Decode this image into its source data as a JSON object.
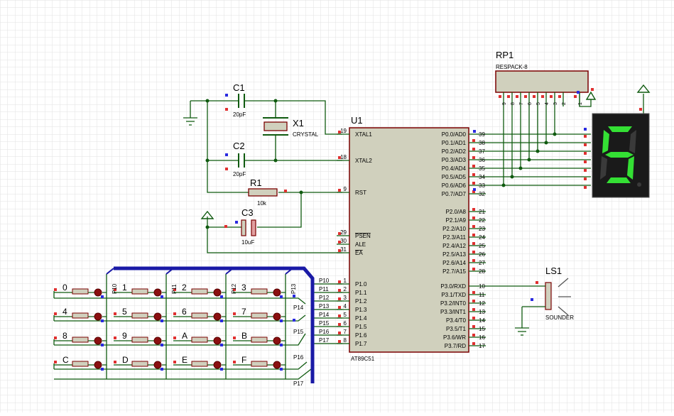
{
  "colors": {
    "grid": "#e2e2e2",
    "wire": "#0f5a0f",
    "chip_fill": "#d0d0bd",
    "chip_border": "#7a0000",
    "bus": "#1a1aa6",
    "pin_red": "#e03030",
    "pin_blue": "#2a2ae0",
    "seg_bg": "#1a1a1a",
    "seg_on": "#34e034",
    "seg_off": "#3a3a3a"
  },
  "u1": {
    "ref": "U1",
    "part": "AT89C51",
    "left_pins": [
      {
        "num": "19",
        "name": "XTAL1"
      },
      {
        "num": "18",
        "name": "XTAL2"
      },
      {
        "num": "9",
        "name": "RST"
      },
      {
        "num": "29",
        "name": "PSEN"
      },
      {
        "num": "30",
        "name": "ALE"
      },
      {
        "num": "31",
        "name": "EA"
      },
      {
        "num": "1",
        "name": "P1.0"
      },
      {
        "num": "2",
        "name": "P1.1"
      },
      {
        "num": "3",
        "name": "P1.2"
      },
      {
        "num": "4",
        "name": "P1.3"
      },
      {
        "num": "5",
        "name": "P1.4"
      },
      {
        "num": "6",
        "name": "P1.5"
      },
      {
        "num": "7",
        "name": "P1.6"
      },
      {
        "num": "8",
        "name": "P1.7"
      }
    ],
    "right_pins": [
      {
        "num": "39",
        "name": "P0.0/AD0"
      },
      {
        "num": "38",
        "name": "P0.1/AD1"
      },
      {
        "num": "37",
        "name": "P0.2/AD2"
      },
      {
        "num": "36",
        "name": "P0.3/AD3"
      },
      {
        "num": "35",
        "name": "P0.4/AD4"
      },
      {
        "num": "34",
        "name": "P0.5/AD5"
      },
      {
        "num": "33",
        "name": "P0.6/AD6"
      },
      {
        "num": "32",
        "name": "P0.7/AD7"
      },
      {
        "num": "21",
        "name": "P2.0/A8"
      },
      {
        "num": "22",
        "name": "P2.1/A9"
      },
      {
        "num": "23",
        "name": "P2.2/A10"
      },
      {
        "num": "24",
        "name": "P2.3/A11"
      },
      {
        "num": "25",
        "name": "P2.4/A12"
      },
      {
        "num": "26",
        "name": "P2.5/A13"
      },
      {
        "num": "27",
        "name": "P2.6/A14"
      },
      {
        "num": "28",
        "name": "P2.7/A15"
      },
      {
        "num": "10",
        "name": "P3.0/RXD"
      },
      {
        "num": "11",
        "name": "P3.1/TXD"
      },
      {
        "num": "12",
        "name": "P3.2/INT0"
      },
      {
        "num": "13",
        "name": "P3.3/INT1"
      },
      {
        "num": "14",
        "name": "P3.4/T0"
      },
      {
        "num": "15",
        "name": "P3.5/T1"
      },
      {
        "num": "16",
        "name": "P3.6/WR"
      },
      {
        "num": "17",
        "name": "P3.7/RD"
      }
    ],
    "bus_labels": [
      "P10",
      "P11",
      "P12",
      "P13",
      "P14",
      "P15",
      "P16",
      "P17"
    ]
  },
  "components": {
    "c1": {
      "ref": "C1",
      "value": "20pF"
    },
    "c2": {
      "ref": "C2",
      "value": "20pF"
    },
    "x1": {
      "ref": "X1",
      "value": "CRYSTAL"
    },
    "r1": {
      "ref": "R1",
      "value": "10k"
    },
    "c3": {
      "ref": "C3",
      "value": "10uF"
    },
    "rp1": {
      "ref": "RP1",
      "value": "RESPACK-8",
      "pins": [
        "9",
        "8",
        "7",
        "6",
        "5",
        "4",
        "3",
        "2",
        "1"
      ]
    },
    "ls1": {
      "ref": "LS1",
      "value": "SOUNDER"
    }
  },
  "keypad": {
    "keys": [
      "0",
      "1",
      "2",
      "3",
      "4",
      "5",
      "6",
      "7",
      "8",
      "9",
      "A",
      "B",
      "C",
      "D",
      "E",
      "F"
    ],
    "col_labels": [
      "P10",
      "P11",
      "P12",
      "P13"
    ],
    "row_labels": [
      "P14",
      "P15",
      "P16",
      "P17"
    ]
  },
  "display": {
    "digit": "5",
    "segments_on": [
      "a",
      "f",
      "g",
      "c",
      "d"
    ]
  }
}
